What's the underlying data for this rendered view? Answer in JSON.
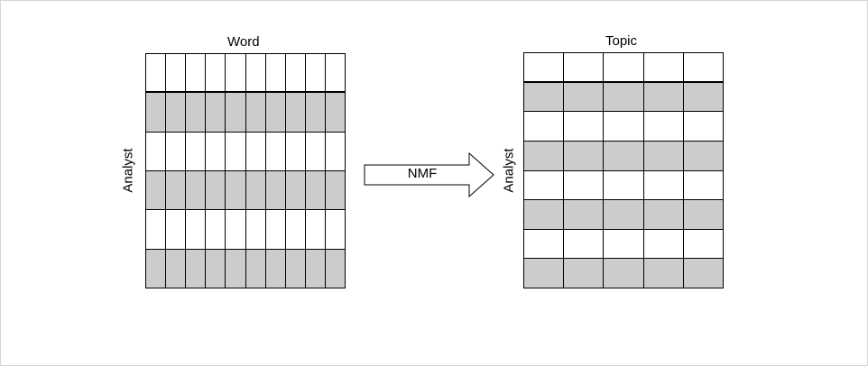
{
  "left_matrix": {
    "column_label": "Word",
    "row_label": "Analyst",
    "rows": 6,
    "cols": 10,
    "shaded_rows": [
      1,
      3,
      5
    ]
  },
  "transform": {
    "label": "NMF"
  },
  "right_matrix": {
    "column_label": "Topic",
    "row_label": "Analyst",
    "rows": 8,
    "cols": 5,
    "shaded_rows": [
      1,
      3,
      5,
      7
    ]
  },
  "colors": {
    "shade": "#cccccc",
    "line": "#000000",
    "background": "#ffffff"
  }
}
